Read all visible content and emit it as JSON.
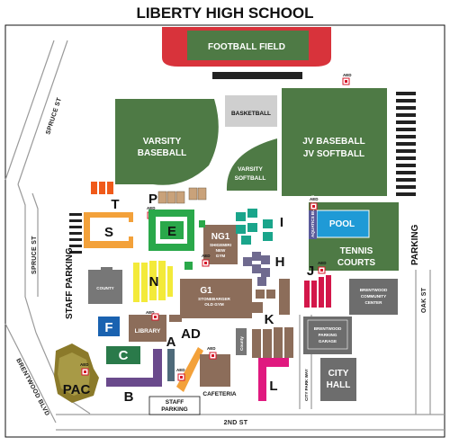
{
  "title": "LIBERTY HIGH SCHOOL",
  "streets": {
    "spruce_st_diag": "SPRUCE ST",
    "spruce_st": "SPRUCE ST",
    "brentwood_blvd": "BRENTWOOD BLVD",
    "second_st": "2ND ST",
    "oak_st": "OAK ST",
    "city_park_way": "CITY PARK WAY"
  },
  "areas": {
    "football_field": "FOOTBALL FIELD",
    "varsity_baseball_1": "VARSITY",
    "varsity_baseball_2": "BASEBALL",
    "basketball": "BASKETBALL",
    "varsity_softball_1": "VARSITY",
    "varsity_softball_2": "SOFTBALL",
    "jv_1": "JV BASEBALL",
    "jv_2": "JV SOFTBALL",
    "pool": "POOL",
    "aquatics": "AQUATICS BUILDING",
    "tennis_1": "TENNIS",
    "tennis_2": "COURTS",
    "parking_east": "PARKING",
    "staff_parking_west": "STAFF PARKING",
    "staff_parking_1": "STAFF",
    "staff_parking_2": "PARKING",
    "community_center_1": "BRENTWOOD",
    "community_center_2": "COMMUNITY",
    "community_center_3": "CENTER",
    "parking_garage_1": "BRENTWOOD",
    "parking_garage_2": "PARKING",
    "parking_garage_3": "GARAGE",
    "city_hall_1": "CITY",
    "city_hall_2": "HALL"
  },
  "buildings": {
    "T": "T",
    "P": "P",
    "S": "S",
    "E": "E",
    "NG1": "NG1",
    "ng1_sub_1": "SHIGEMIRI",
    "ng1_sub_2": "NEW",
    "ng1_sub_3": "GYM",
    "I": "I",
    "H": "H",
    "J": "J",
    "N": "N",
    "county": "COUNTY",
    "county_2": "County",
    "G1": "G1",
    "g1_sub_1": "STONEBARGER",
    "g1_sub_2": "OLD GYM",
    "F": "F",
    "library": "LIBRARY",
    "C": "C",
    "A": "A",
    "AD": "AD",
    "K": "K",
    "PAC": "PAC",
    "B": "B",
    "cafeteria": "CAFETERIA",
    "L": "L"
  },
  "aed_label": "AED",
  "colors": {
    "field_green": "#4e7a45",
    "football_red": "#d8333b",
    "bleacher": "#222222",
    "road": "#9a9a9a",
    "campus_bg": "#ffffff",
    "pool_blue": "#1f9ad6",
    "tennis_green": "#4e7a45",
    "building_gray": "#6d6d6d",
    "brown": "#8c6d5a",
    "yellow": "#f3ea3a",
    "orange": "#f39d27",
    "green": "#2aa84a",
    "teal": "#1aa58b",
    "purple": "#6a4a8c",
    "crimson": "#d3174a",
    "magenta": "#e0197f",
    "blue": "#1a62b0",
    "pac_olive": "#8b7a2a",
    "aed_red": "#d7182a"
  },
  "icons": [
    "aed-icon"
  ]
}
